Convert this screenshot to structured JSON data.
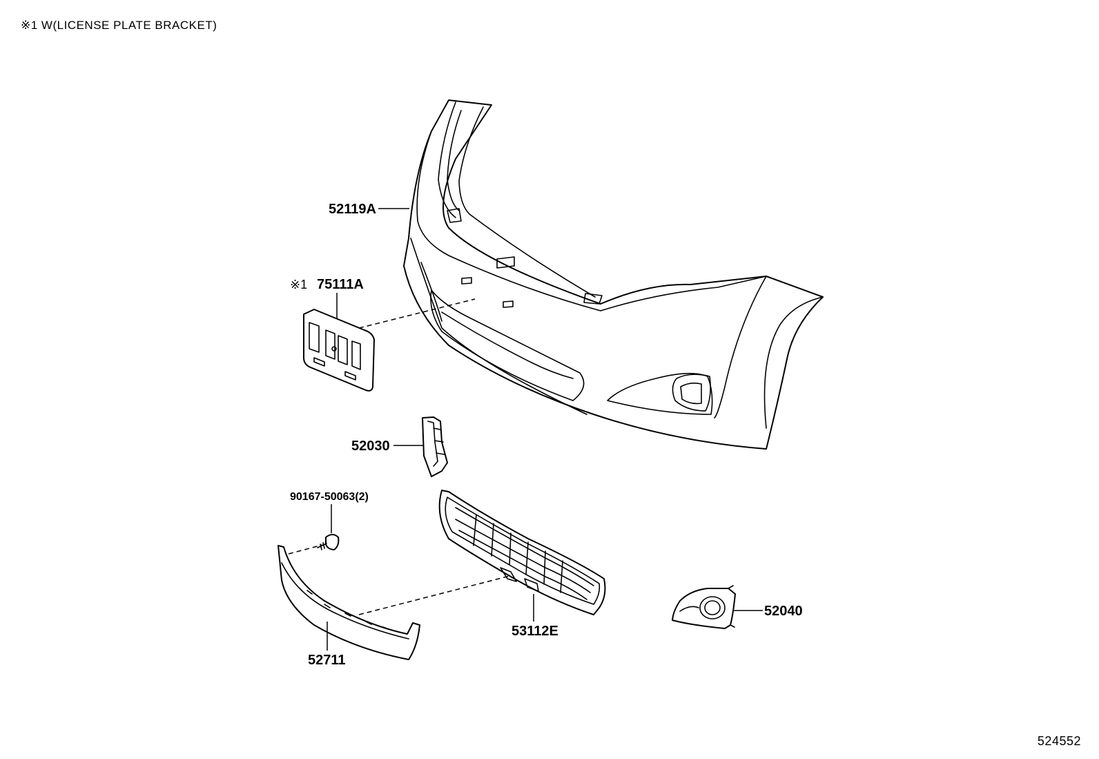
{
  "header_note": "※1 W(LICENSE PLATE BRACKET)",
  "footer_code": "524552",
  "callouts": {
    "bumper_cover": "52119A",
    "plate_bracket_mark": "※1",
    "plate_bracket": "75111A",
    "retainer": "52030",
    "screw": "90167-50063(2)",
    "lower_molding": "52711",
    "lower_grille": "53112E",
    "fog_cover": "52040"
  }
}
